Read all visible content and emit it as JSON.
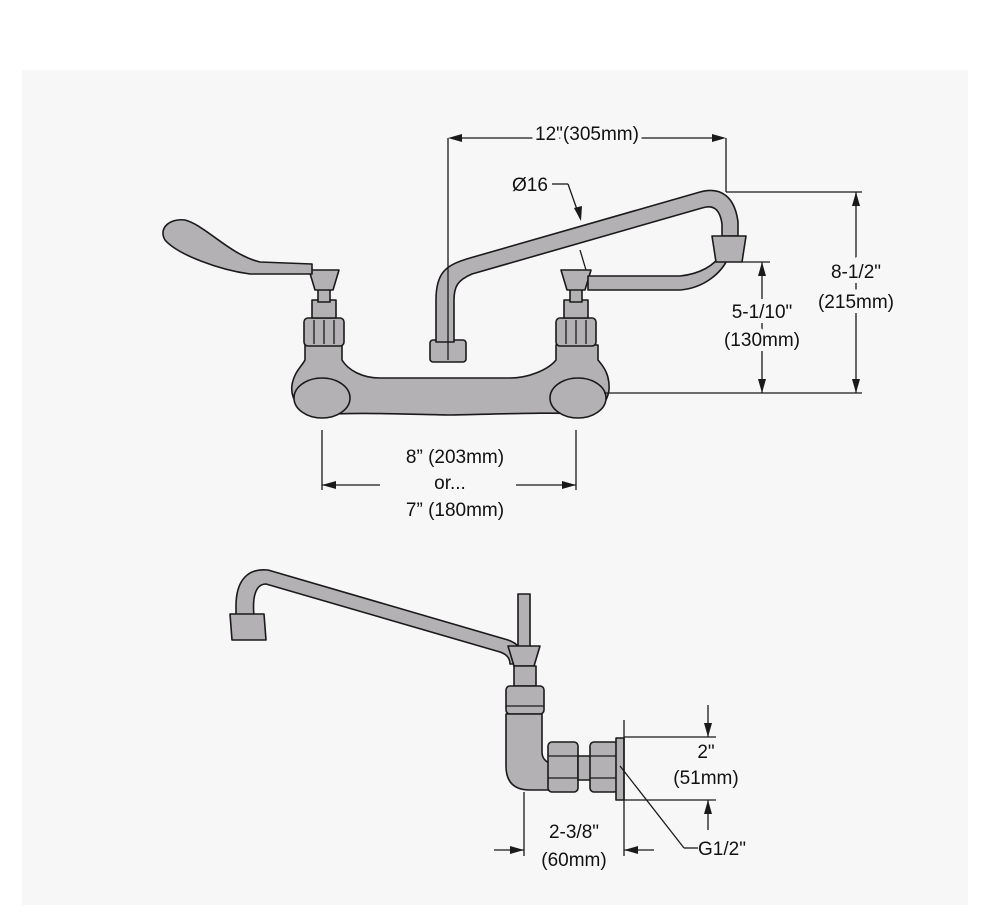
{
  "labels": {
    "spout_length": "12\"(305mm)",
    "spout_diameter": "Ø16",
    "total_height_in": "8-1/2\"",
    "total_height_mm": "(215mm)",
    "spout_height_in": "5-1/10\"",
    "spout_height_mm": "(130mm)",
    "centers_a": "8” (203mm)",
    "centers_or": "or...",
    "centers_b": "7” (180mm)",
    "flange_in": "2\"",
    "flange_mm": "(51mm)",
    "wall_in": "2-3/8\"",
    "wall_mm": "(60mm)",
    "thread": "G1/2\""
  },
  "colors": {
    "body": "#b4b1b5",
    "outline": "#1a1a1a",
    "background": "#ffffff"
  }
}
